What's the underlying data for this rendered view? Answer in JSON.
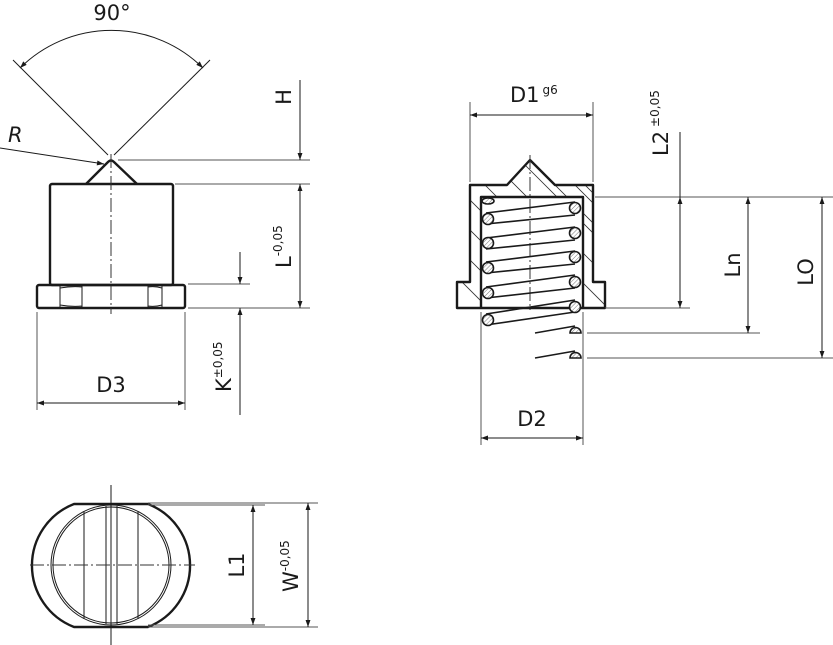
{
  "diagram": {
    "side_view": {
      "angle_label": "90°",
      "radius_label": "R",
      "h_label": "H",
      "l_label": "L",
      "l_tolerance": "-0,05",
      "k_label": "K",
      "k_tolerance": "±0,05",
      "d3_label": "D3"
    },
    "section_view": {
      "d1_label": "D1",
      "d1_fit": "g6",
      "l2_label": "L2",
      "l2_tolerance": "±0,05",
      "ln_label": "Ln",
      "lo_label": "LO",
      "d2_label": "D2"
    },
    "bottom_view": {
      "l1_label": "L1",
      "w_label": "W",
      "w_tolerance": "-0,05"
    }
  }
}
